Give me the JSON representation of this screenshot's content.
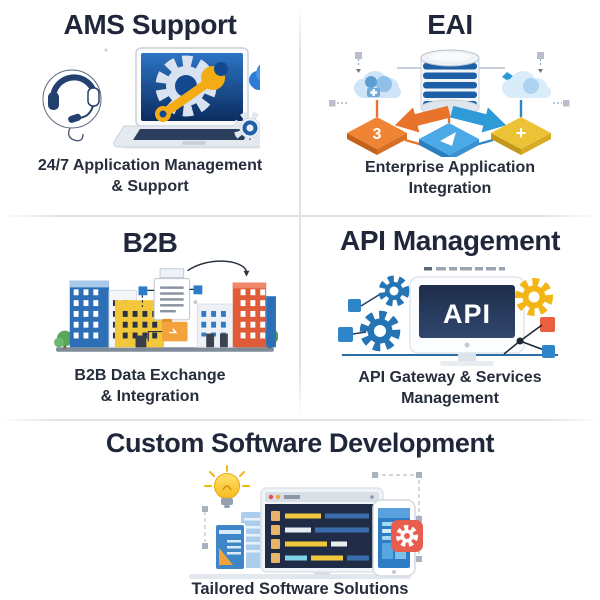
{
  "page": {
    "type": "services-infographic",
    "background": "#ffffff"
  },
  "colors": {
    "heading": "#20273a",
    "caption": "#262d3b",
    "divider": "#dfe2e7",
    "blue": "#2e7cc8",
    "dark_blue": "#1d5fa6",
    "navy_screen": "#1f2a44",
    "orange": "#ef8434",
    "yellow": "#f2b514",
    "red_orange": "#e85d4e",
    "green": "#57a65b"
  },
  "sections": {
    "ams": {
      "title": "AMS Support",
      "caption_line1": "24/7 Application Management",
      "caption_line2": "& Support",
      "icons": [
        "headset-icon",
        "laptop-icon",
        "gear-icon",
        "wrench-icon",
        "cloud-icon",
        "small-gear-icon"
      ]
    },
    "eai": {
      "title": "EAI",
      "caption_line1": "Enterprise Application",
      "caption_line2": "Integration",
      "tile_left_label": "3",
      "tile_right_label": "+",
      "icons": [
        "database-icon",
        "cloud-left-icon",
        "cloud-right-icon",
        "arrow-left-icon",
        "arrow-right-icon",
        "tile-orange",
        "tile-blue",
        "tile-yellow"
      ]
    },
    "b2b": {
      "title": "B2B",
      "caption_line1": "B2B Data Exchange",
      "caption_line2": "& Integration",
      "icons": [
        "buildings-icon",
        "document-icon",
        "folder-icon",
        "tree-icon"
      ]
    },
    "api": {
      "title": "API Management",
      "caption_line1": "API Gateway & Services",
      "caption_line2": "Management",
      "screen_label": "API",
      "icons": [
        "monitor-icon",
        "gears-left-icon",
        "gear-yellow-icon",
        "network-node-icon"
      ]
    },
    "custom": {
      "title": "Custom Software Development",
      "caption": "Tailored Software Solutions",
      "icons": [
        "lightbulb-icon",
        "chart-card-icon",
        "dev-monitor-icon",
        "smartphone-icon",
        "gear-app-icon"
      ]
    }
  }
}
